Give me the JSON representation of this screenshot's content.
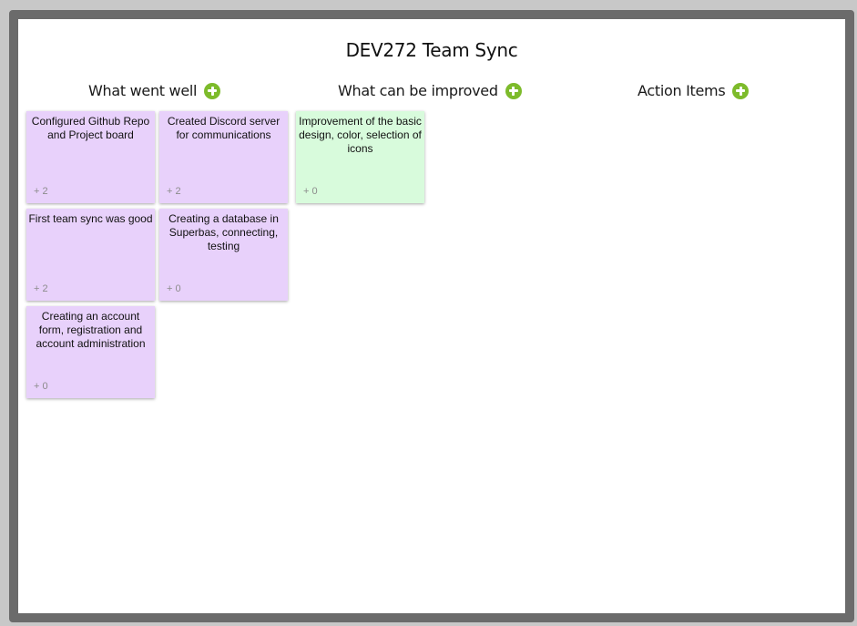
{
  "board": {
    "title": "DEV272 Team Sync"
  },
  "columns": [
    {
      "label": "What went well",
      "add_icon": "plus-circle-icon"
    },
    {
      "label": "What can be improved",
      "add_icon": "plus-circle-icon"
    },
    {
      "label": "Action Items",
      "add_icon": "plus-circle-icon"
    }
  ],
  "cards": {
    "went_well": [
      {
        "text": "Configured Github Repo and Project board",
        "votes": "+ 2"
      },
      {
        "text": "Created Discord server for communications",
        "votes": "+ 2"
      },
      {
        "text": "First team sync was good",
        "votes": "+ 2"
      },
      {
        "text": "Creating a database in Superbas, connecting, testing",
        "votes": "+ 0"
      },
      {
        "text": "Creating an account form, registration and account administration",
        "votes": "+ 0"
      }
    ],
    "improve": [
      {
        "text": "Improvement of the basic design, color, selection of icons",
        "votes": "+ 0"
      }
    ],
    "action_items": []
  },
  "colors": {
    "went_well_card": "#e8d1fb",
    "improve_card": "#d8fbdc",
    "add_button": "#7dbb2b",
    "frame": "#6b6b6b"
  }
}
